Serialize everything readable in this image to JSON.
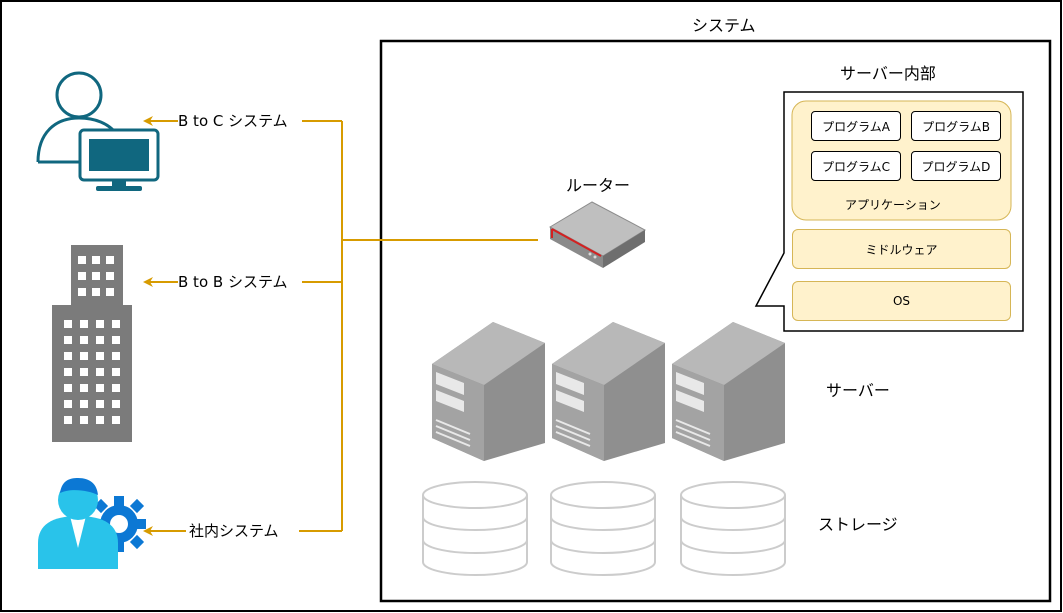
{
  "system": {
    "title": "システム"
  },
  "server_internal": {
    "title": "サーバー内部",
    "programs": [
      "プログラムA",
      "プログラムB",
      "プログラムC",
      "プログラムD"
    ],
    "application": "アプリケーション",
    "middleware": "ミドルウェア",
    "os": "OS"
  },
  "router": {
    "label": "ルーター"
  },
  "servers": {
    "label": "サーバー",
    "count": 3
  },
  "storage": {
    "label": "ストレージ",
    "count": 3
  },
  "connections": [
    {
      "label": "B to C システム",
      "target": "user-with-computer-icon"
    },
    {
      "label": "B to B システム",
      "target": "office-building-icon"
    },
    {
      "label": "社内システム",
      "target": "admin-user-gear-icon"
    }
  ],
  "colors": {
    "connector": "#d79b00",
    "yellow_fill": "#fff2cc",
    "yellow_border": "#d6b656",
    "user_icon": "#10677f",
    "building": "#7b7b7b",
    "admin_person": "#29c3ea",
    "gear": "#0c78d4",
    "server_body": "#9b9b9b",
    "storage_line": "#cccccc",
    "router_accent": "#d42020"
  }
}
